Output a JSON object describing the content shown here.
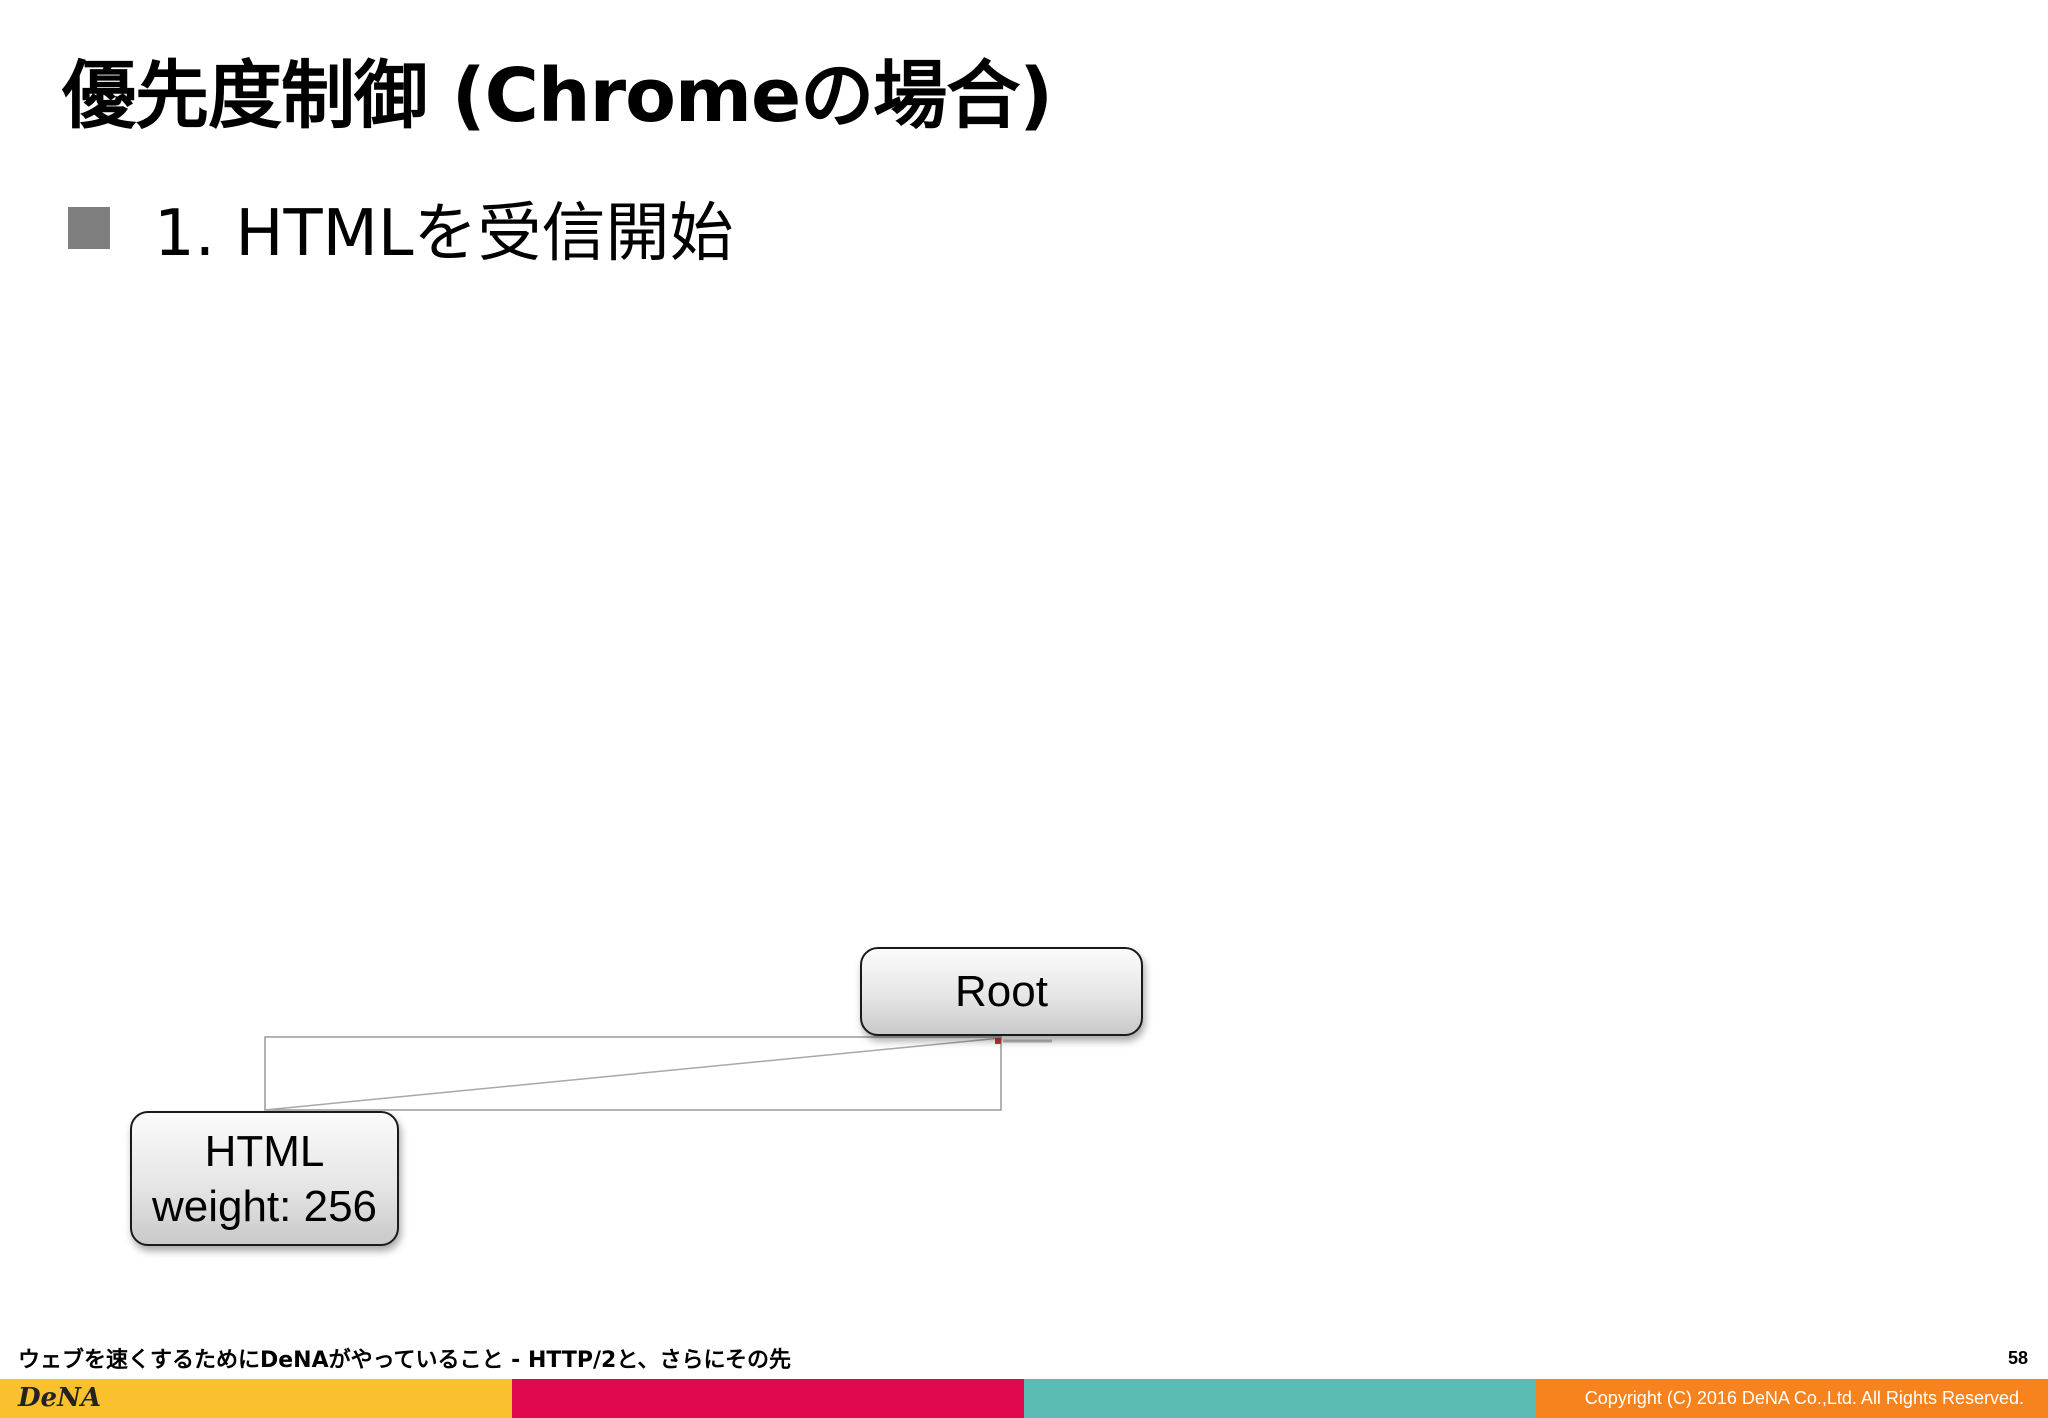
{
  "slide": {
    "title": "優先度制御 (Chromeの場合)",
    "bullet": "1. HTMLを受信開始"
  },
  "diagram": {
    "root_label": "Root",
    "html_name": "HTML",
    "html_weight": "weight: 256"
  },
  "footer": {
    "presentation_title": "ウェブを速くするためにDeNAがやっていること - HTTP/2と、さらにその先",
    "page_number": "58",
    "logo_text": "DeNA",
    "copyright": "Copyright (C) 2016 DeNA Co.,Ltd. All Rights Reserved.",
    "colors": [
      "#fbc02d",
      "#e0084f",
      "#5bbcb5",
      "#f7831e"
    ]
  }
}
